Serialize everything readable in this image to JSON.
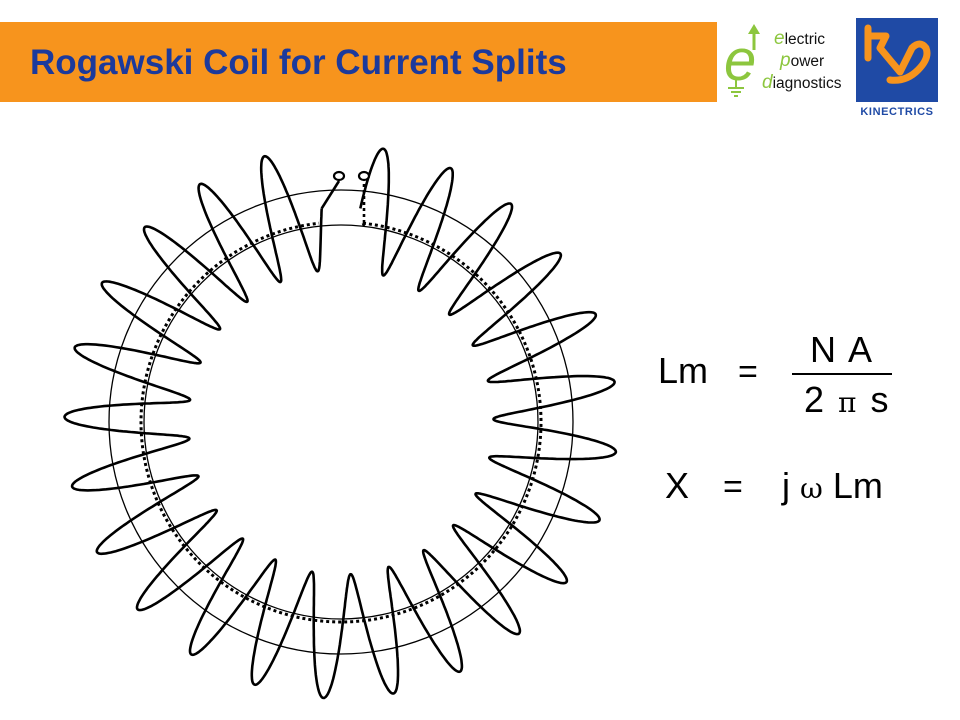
{
  "header": {
    "title": "Rogawski Coil for Current Splits",
    "accent_color": "#f7941d",
    "title_color": "#1c3a9c"
  },
  "logos": {
    "epd": {
      "mark": "e",
      "lines": [
        {
          "lead": "e",
          "rest": "lectric"
        },
        {
          "lead": "p",
          "rest": "ower"
        },
        {
          "lead": "d",
          "rest": "iagnostics"
        }
      ],
      "color": "#8cc63e"
    },
    "kinectrics": {
      "text": "KINECTRICS",
      "color": "#1f4aa5"
    }
  },
  "equations": {
    "inductance": {
      "lhs": "Lm",
      "op": "=",
      "numerator": "N A",
      "denominator_left": "2",
      "denominator_symbol": "π",
      "denominator_right": "s"
    },
    "reactance": {
      "lhs": "X",
      "op": "=",
      "rhs_left": "j",
      "rhs_symbol": "ω",
      "rhs_right": "Lm"
    }
  },
  "diagram": {
    "icons": [
      "toroid-core-icon",
      "coil-winding-icon",
      "return-wire-icon",
      "terminal-icon"
    ]
  }
}
